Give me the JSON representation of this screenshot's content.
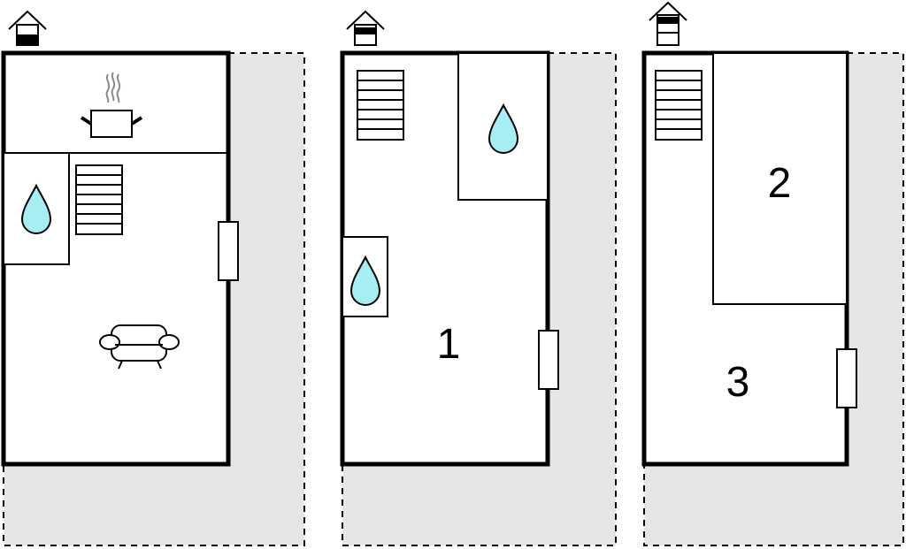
{
  "floors": [
    {
      "id": "ground",
      "level_indicator": "ground-floor",
      "rooms": [],
      "features": [
        "kitchen-pot-icon",
        "water-drop-icon",
        "stairs-icon",
        "window-icon",
        "sofa-icon"
      ]
    },
    {
      "id": "first",
      "level_indicator": "first-floor",
      "rooms": [
        {
          "label": "1"
        }
      ],
      "features": [
        "stairs-icon",
        "water-drop-icon",
        "water-drop-icon",
        "window-icon"
      ]
    },
    {
      "id": "second",
      "level_indicator": "second-floor",
      "rooms": [
        {
          "label": "2"
        },
        {
          "label": "3"
        }
      ],
      "features": [
        "stairs-icon",
        "window-icon"
      ]
    }
  ],
  "colors": {
    "wall": "#000000",
    "outdoor_area": "#e6e6e6",
    "water": "#a6eef2",
    "steam": "#8a8a8a"
  }
}
